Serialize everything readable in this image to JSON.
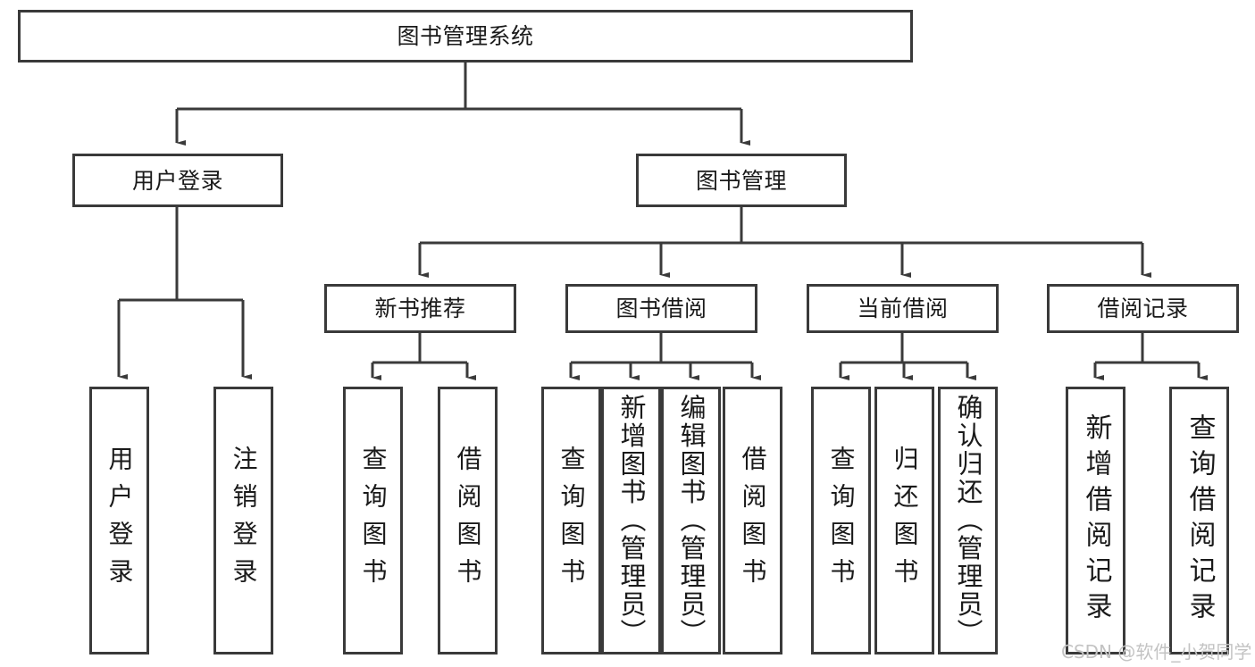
{
  "diagram": {
    "title": "图书管理系统",
    "type": "tree-hierarchy",
    "stroke_color": "#3a3a3a",
    "background_color": "#ffffff",
    "text_color": "#1a1a1a"
  },
  "root": {
    "label": "图书管理系统"
  },
  "level1": [
    {
      "label": "用户登录"
    },
    {
      "label": "图书管理"
    }
  ],
  "level2": [
    {
      "label": "新书推荐"
    },
    {
      "label": "图书借阅"
    },
    {
      "label": "当前借阅"
    },
    {
      "label": "借阅记录"
    }
  ],
  "leaves": {
    "user_login": [
      {
        "label": "用户登录"
      },
      {
        "label": "注销登录"
      }
    ],
    "new_book_recommend": [
      {
        "label": "查询图书"
      },
      {
        "label": "借阅图书"
      }
    ],
    "book_borrow": [
      {
        "label": "查询图书"
      },
      {
        "label": "新增图书（管理员）"
      },
      {
        "label": "编辑图书（管理员）"
      },
      {
        "label": "借阅图书"
      }
    ],
    "current_borrow": [
      {
        "label": "查询图书"
      },
      {
        "label": "归还图书"
      },
      {
        "label": "确认归还（管理员）"
      }
    ],
    "borrow_record": [
      {
        "label": "新增借阅记录"
      },
      {
        "label": "查询借阅记录"
      }
    ]
  },
  "watermark": {
    "text": "CSDN @软件_小贺同学"
  }
}
